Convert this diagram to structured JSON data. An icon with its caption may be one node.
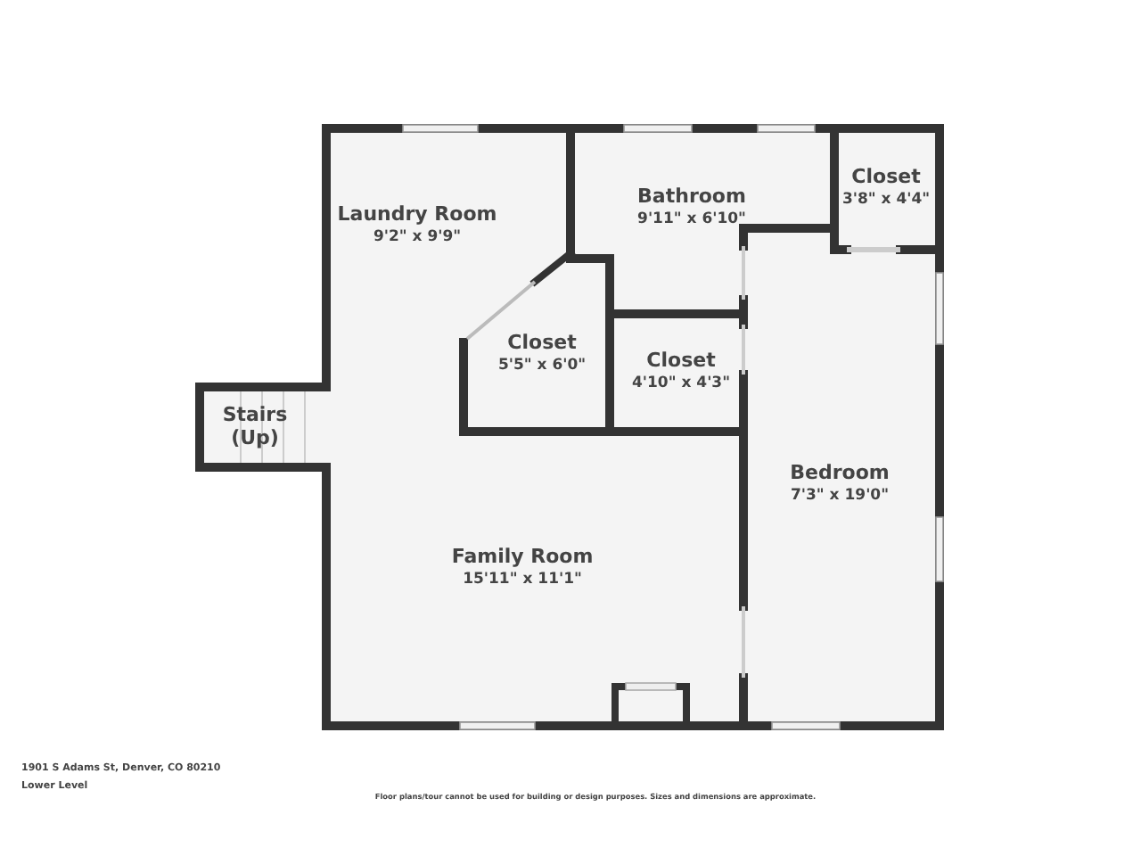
{
  "diagram": {
    "labels": [
      "Closet",
      "3'8\" x 4'4\"",
      "Bathroom",
      "9'11\" x 6'10\"",
      "Laundry Room",
      "9'2\" x 9'9\"",
      "Closet",
      "4'10\" x 4'3\"",
      "Closet",
      "5'5\" x 6'0\"",
      "Stairs (Up)",
      "Bedroom",
      "7'3\" x 19'0\"",
      "Family Room",
      "15'11\" x 11'1\"",
      "1901 S Adams St, Denver, CO 80210",
      "Lower Level",
      "Floor plans/tour cannot be used for building or design purposes. Sizes and dimensions are approximate."
    ]
  }
}
